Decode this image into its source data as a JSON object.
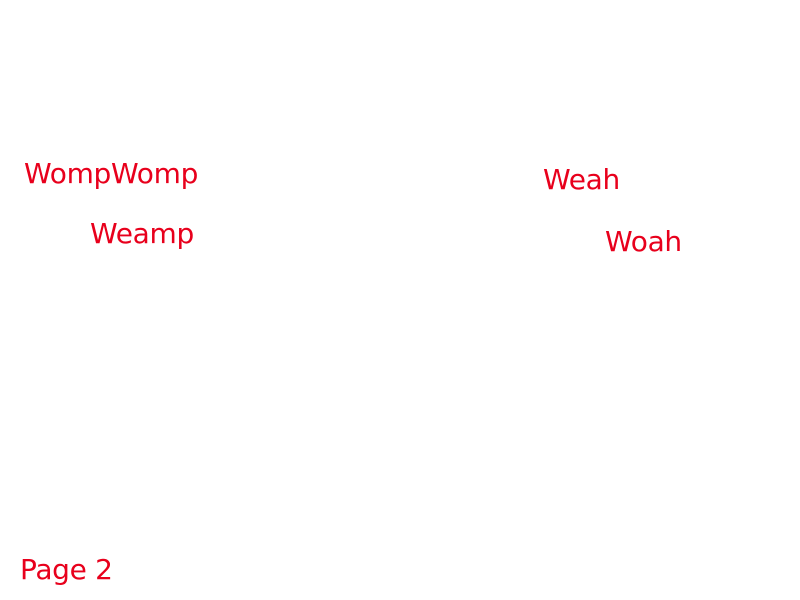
{
  "text_color": "#e8001c",
  "background": "#ffffff",
  "labels": {
    "wompwomp": "WompWomp",
    "weamp": "Weamp",
    "weah": "Weah",
    "woah": "Woah"
  },
  "footer": {
    "page_label": "Page 2"
  }
}
